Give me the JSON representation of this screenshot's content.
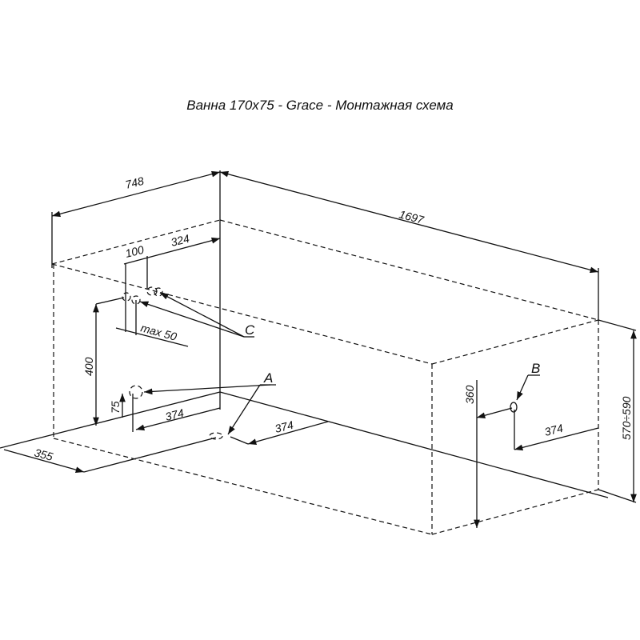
{
  "title": "Ванна 170x75 - Grace - Монтажная схема",
  "dimensions": {
    "width_depth": "748",
    "length": "1697",
    "c_offset": "324",
    "c_spacing": "100",
    "c_max": "max  50",
    "c_height": "400",
    "a_height": "75",
    "a_offset_wall": "374",
    "a_drain_offset": "374",
    "front_offset": "355",
    "b_height": "360",
    "b_offset": "374",
    "total_height": "570÷590"
  },
  "labels": {
    "a": "A",
    "b": "B",
    "c": "C"
  }
}
